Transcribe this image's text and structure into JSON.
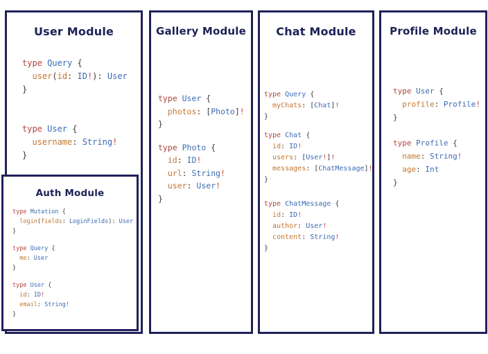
{
  "colors": {
    "border": "#20205a",
    "title": "#1e2156",
    "kw": "#b0453c",
    "type": "#3a6cb4",
    "field": "#c4762f",
    "punct": "#3d3d3d",
    "bang": "#c8443a"
  },
  "panels": [
    {
      "title": "User Module",
      "blocks": [
        [
          [
            [
              "kw",
              "type "
            ],
            [
              "ty",
              "Query "
            ],
            [
              "pu",
              "{"
            ]
          ],
          [
            [
              "pu",
              "  "
            ],
            [
              "fd",
              "user"
            ],
            [
              "pu",
              "("
            ],
            [
              "fd",
              "id"
            ],
            [
              "pu",
              ": "
            ],
            [
              "ty",
              "ID"
            ],
            [
              "bg",
              "!"
            ],
            [
              "pu",
              "): "
            ],
            [
              "ty",
              "User"
            ]
          ],
          [
            [
              "pu",
              "}"
            ]
          ]
        ],
        [
          [
            [
              "kw",
              "type "
            ],
            [
              "ty",
              "User "
            ],
            [
              "pu",
              "{"
            ]
          ],
          [
            [
              "pu",
              "  "
            ],
            [
              "fd",
              "username"
            ],
            [
              "pu",
              ": "
            ],
            [
              "ty",
              "String"
            ],
            [
              "bg",
              "!"
            ]
          ],
          [
            [
              "pu",
              "}"
            ]
          ]
        ]
      ]
    },
    {
      "title": "Gallery Module",
      "blocks": [
        [
          [
            [
              "kw",
              "type "
            ],
            [
              "ty",
              "User "
            ],
            [
              "pu",
              "{"
            ]
          ],
          [
            [
              "pu",
              "  "
            ],
            [
              "fd",
              "photos"
            ],
            [
              "pu",
              ": ["
            ],
            [
              "ty",
              "Photo"
            ],
            [
              "pu",
              "]"
            ],
            [
              "bg",
              "!"
            ]
          ],
          [
            [
              "pu",
              "}"
            ]
          ]
        ],
        [
          [
            [
              "kw",
              "type "
            ],
            [
              "ty",
              "Photo "
            ],
            [
              "pu",
              "{"
            ]
          ],
          [
            [
              "pu",
              "  "
            ],
            [
              "fd",
              "id"
            ],
            [
              "pu",
              ": "
            ],
            [
              "ty",
              "ID"
            ],
            [
              "bg",
              "!"
            ]
          ],
          [
            [
              "pu",
              "  "
            ],
            [
              "fd",
              "url"
            ],
            [
              "pu",
              ": "
            ],
            [
              "ty",
              "String"
            ],
            [
              "bg",
              "!"
            ]
          ],
          [
            [
              "pu",
              "  "
            ],
            [
              "fd",
              "user"
            ],
            [
              "pu",
              ": "
            ],
            [
              "ty",
              "User"
            ],
            [
              "bg",
              "!"
            ]
          ],
          [
            [
              "pu",
              "}"
            ]
          ]
        ]
      ]
    },
    {
      "title": "Chat Module",
      "blocks": [
        [
          [
            [
              "kw",
              "type "
            ],
            [
              "ty",
              "Query "
            ],
            [
              "pu",
              "{"
            ]
          ],
          [
            [
              "pu",
              "  "
            ],
            [
              "fd",
              "myChats"
            ],
            [
              "pu",
              ": ["
            ],
            [
              "ty",
              "Chat"
            ],
            [
              "pu",
              "]"
            ],
            [
              "bg",
              "!"
            ]
          ],
          [
            [
              "pu",
              "}"
            ]
          ]
        ],
        [
          [
            [
              "kw",
              "type "
            ],
            [
              "ty",
              "Chat "
            ],
            [
              "pu",
              "{"
            ]
          ],
          [
            [
              "pu",
              "  "
            ],
            [
              "fd",
              "id"
            ],
            [
              "pu",
              ": "
            ],
            [
              "ty",
              "ID"
            ],
            [
              "bg",
              "!"
            ]
          ],
          [
            [
              "pu",
              "  "
            ],
            [
              "fd",
              "users"
            ],
            [
              "pu",
              ": ["
            ],
            [
              "ty",
              "User"
            ],
            [
              "bg",
              "!"
            ],
            [
              "pu",
              "]"
            ],
            [
              "bg",
              "!"
            ]
          ],
          [
            [
              "pu",
              "  "
            ],
            [
              "fd",
              "messages"
            ],
            [
              "pu",
              ": ["
            ],
            [
              "ty",
              "ChatMessage"
            ],
            [
              "pu",
              "]"
            ],
            [
              "bg",
              "!"
            ]
          ],
          [
            [
              "pu",
              "}"
            ]
          ]
        ],
        [
          [
            [
              "kw",
              "type "
            ],
            [
              "ty",
              "ChatMessage "
            ],
            [
              "pu",
              "{"
            ]
          ],
          [
            [
              "pu",
              "  "
            ],
            [
              "fd",
              "id"
            ],
            [
              "pu",
              ": "
            ],
            [
              "ty",
              "ID"
            ],
            [
              "bg",
              "!"
            ]
          ],
          [
            [
              "pu",
              "  "
            ],
            [
              "fd",
              "author"
            ],
            [
              "pu",
              ": "
            ],
            [
              "ty",
              "User"
            ],
            [
              "bg",
              "!"
            ]
          ],
          [
            [
              "pu",
              "  "
            ],
            [
              "fd",
              "content"
            ],
            [
              "pu",
              ": "
            ],
            [
              "ty",
              "String"
            ],
            [
              "bg",
              "!"
            ]
          ],
          [
            [
              "pu",
              "}"
            ]
          ]
        ]
      ]
    },
    {
      "title": "Profile Module",
      "blocks": [
        [
          [
            [
              "kw",
              "type "
            ],
            [
              "ty",
              "User "
            ],
            [
              "pu",
              "{"
            ]
          ],
          [
            [
              "pu",
              "  "
            ],
            [
              "fd",
              "profile"
            ],
            [
              "pu",
              ": "
            ],
            [
              "ty",
              "Profile"
            ],
            [
              "bg",
              "!"
            ]
          ],
          [
            [
              "pu",
              "}"
            ]
          ]
        ],
        [
          [
            [
              "kw",
              "type "
            ],
            [
              "ty",
              "Profile "
            ],
            [
              "pu",
              "{"
            ]
          ],
          [
            [
              "pu",
              "  "
            ],
            [
              "fd",
              "name"
            ],
            [
              "pu",
              ": "
            ],
            [
              "ty",
              "String"
            ],
            [
              "bg",
              "!"
            ]
          ],
          [
            [
              "pu",
              "  "
            ],
            [
              "fd",
              "age"
            ],
            [
              "pu",
              ": "
            ],
            [
              "ty",
              "Int"
            ]
          ],
          [
            [
              "pu",
              "}"
            ]
          ]
        ]
      ]
    }
  ],
  "auth_panel": {
    "title": "Auth Module",
    "blocks": [
      [
        [
          [
            "kw",
            "type "
          ],
          [
            "ty",
            "Mutation "
          ],
          [
            "pu",
            "{"
          ]
        ],
        [
          [
            "pu",
            "  "
          ],
          [
            "fd",
            "login"
          ],
          [
            "pu",
            "("
          ],
          [
            "fd",
            "fields"
          ],
          [
            "pu",
            ": "
          ],
          [
            "ty",
            "LoginFields"
          ],
          [
            "pu",
            "): "
          ],
          [
            "ty",
            "User"
          ]
        ],
        [
          [
            "pu",
            "}"
          ]
        ]
      ],
      [
        [
          [
            "kw",
            "type "
          ],
          [
            "ty",
            "Query "
          ],
          [
            "pu",
            "{"
          ]
        ],
        [
          [
            "pu",
            "  "
          ],
          [
            "fd",
            "me"
          ],
          [
            "pu",
            ": "
          ],
          [
            "ty",
            "User"
          ]
        ],
        [
          [
            "pu",
            "}"
          ]
        ]
      ],
      [
        [
          [
            "kw",
            "type "
          ],
          [
            "ty",
            "User "
          ],
          [
            "pu",
            "{"
          ]
        ],
        [
          [
            "pu",
            "  "
          ],
          [
            "fd",
            "id"
          ],
          [
            "pu",
            ": "
          ],
          [
            "ty",
            "ID"
          ],
          [
            "bg",
            "!"
          ]
        ],
        [
          [
            "pu",
            "  "
          ],
          [
            "fd",
            "email"
          ],
          [
            "pu",
            ": "
          ],
          [
            "ty",
            "String"
          ],
          [
            "bg",
            "!"
          ]
        ],
        [
          [
            "pu",
            "}"
          ]
        ]
      ]
    ]
  }
}
